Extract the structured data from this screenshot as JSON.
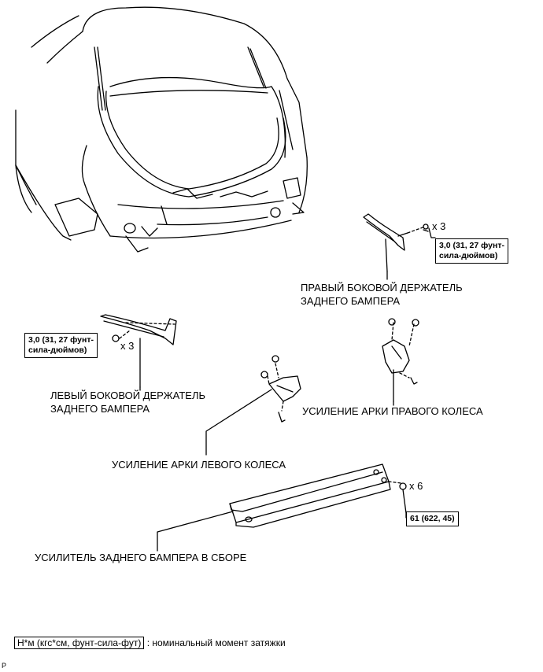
{
  "labels": {
    "right_holder_line1": "ПРАВЫЙ БОКОВОЙ ДЕРЖАТЕЛЬ",
    "right_holder_line2": "ЗАДНЕГО БАМПЕРА",
    "left_holder_line1": "ЛЕВЫЙ БОКОВОЙ ДЕРЖАТЕЛЬ",
    "left_holder_line2": "ЗАДНЕГО БАМПЕРА",
    "right_wheel_arch": "УСИЛЕНИЕ АРКИ ПРАВОГО КОЛЕСА",
    "left_wheel_arch": "УСИЛЕНИЕ АРКИ ЛЕВОГО КОЛЕСА",
    "reinforcement": "УСИЛИТЕЛЬ ЗАДНЕГО БАМПЕРА В СБОРЕ"
  },
  "torque": {
    "right_line1": "3,0 (31, 27 фунт-",
    "right_line2": "сила-дюймов)",
    "left_line1": "3,0 (31, 27 фунт-",
    "left_line2": "сила-дюймов)",
    "reinforcement": "61 (622, 45)"
  },
  "quantities": {
    "right_holder": "x 3",
    "left_holder": "x 3",
    "reinforcement": "x 6"
  },
  "legend": {
    "key": "Н*м (кгс*см, фунт-сила-фут)",
    "text": ": номинальный момент затяжки"
  },
  "page_code": "P"
}
